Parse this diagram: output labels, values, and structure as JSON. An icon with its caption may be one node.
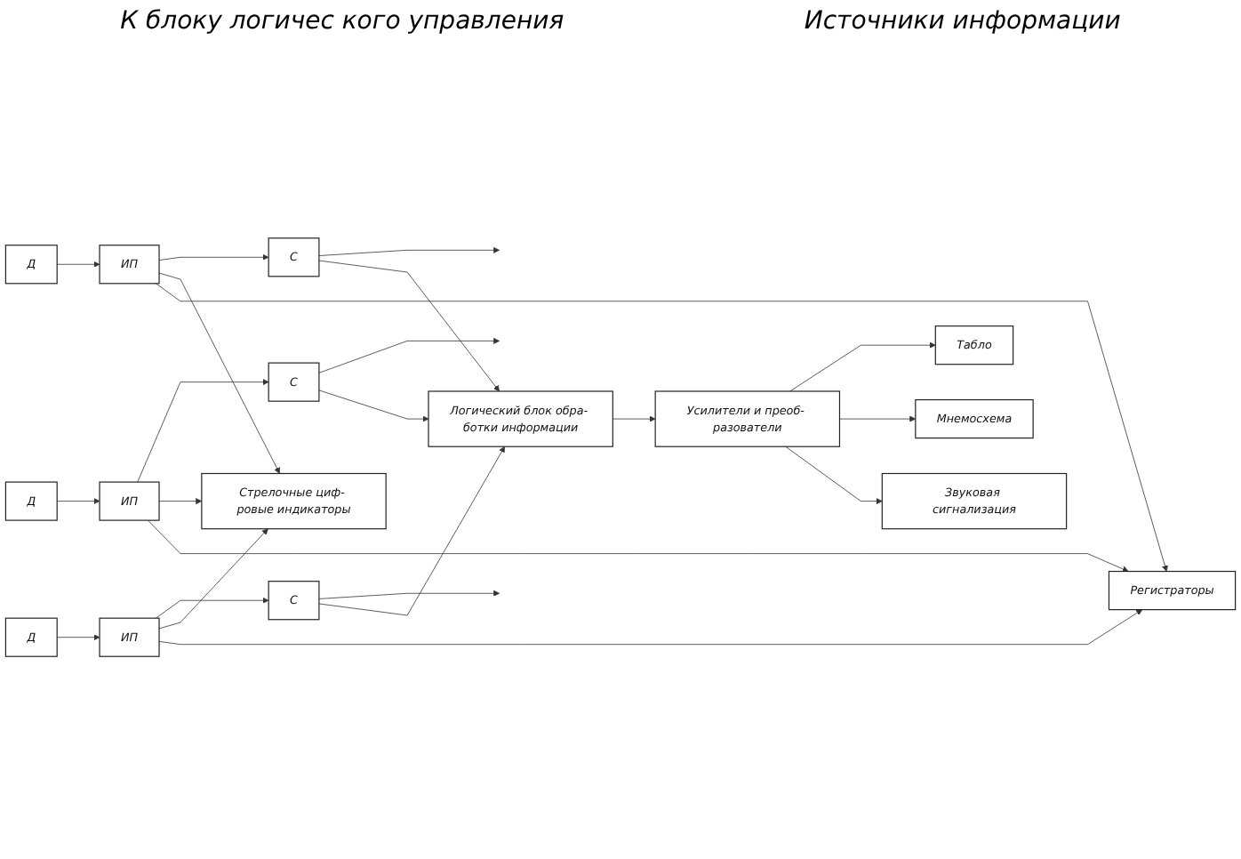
{
  "diagram": {
    "nodes": [
      {
        "text": [
          "Д"
        ]
      },
      {
        "text": [
          "ИП"
        ]
      },
      {
        "text": [
          "С"
        ]
      },
      {
        "text": [
          "Д"
        ]
      },
      {
        "text": [
          "ИП"
        ]
      },
      {
        "text": [
          "С"
        ]
      },
      {
        "text": [
          "Д"
        ]
      },
      {
        "text": [
          "ИП"
        ]
      },
      {
        "text": [
          "С"
        ]
      },
      {
        "text": [
          "Логический блок обра- ботки информации"
        ]
      },
      {
        "text": [
          "Усилители и преоб- разователи"
        ]
      },
      {
        "text": [
          "Табло"
        ]
      },
      {
        "text": [
          "Мнемосхема"
        ]
      },
      {
        "text": [
          "Звуковая сигнализация"
        ]
      },
      {
        "text": [
          "Стрелочные циф- ровые индикаторы"
        ]
      },
      {
        "text": [
          "Регистраторы"
        ]
      }
    ],
    "edges": [
      {
        "from": 0,
        "to": 1,
        "arrow": "to"
      },
      {
        "from": 1,
        "to": 2,
        "arrow": "to"
      },
      {
        "from": 3,
        "to": 4,
        "arrow": "to"
      },
      {
        "from": 4,
        "to": 5,
        "arrow": "to"
      },
      {
        "from": 6,
        "to": 7,
        "arrow": "to"
      },
      {
        "from": 7,
        "to": 8,
        "arrow": "to"
      },
      {
        "from": 2,
        "to": null,
        "arrow": "to"
      },
      {
        "from": 5,
        "to": null,
        "arrow": "to"
      },
      {
        "from": 8,
        "to": null,
        "arrow": "to"
      },
      {
        "from": 2,
        "to": 9,
        "arrow": "to"
      },
      {
        "from": 5,
        "to": 9,
        "arrow": "to"
      },
      {
        "from": 8,
        "to": 9,
        "arrow": "to"
      },
      {
        "from": 1,
        "to": 14,
        "arrow": "to"
      },
      {
        "from": 1,
        "to": 15,
        "arrow": "to"
      },
      {
        "from": 4,
        "to": 14,
        "arrow": "to"
      },
      {
        "from": 4,
        "to": 15,
        "arrow": "to"
      },
      {
        "from": 7,
        "to": 14,
        "arrow": "to"
      },
      {
        "from": 7,
        "to": 15,
        "arrow": "to"
      },
      {
        "from": 9,
        "to": 10,
        "arrow": "to"
      },
      {
        "from": 10,
        "to": 11,
        "arrow": "to"
      },
      {
        "from": 10,
        "to": 12,
        "arrow": "to"
      },
      {
        "from": 10,
        "to": 13,
        "arrow": "to"
      }
    ],
    "labels": [
      "К блоку логичес кого управления",
      "Источники информации"
    ]
  }
}
